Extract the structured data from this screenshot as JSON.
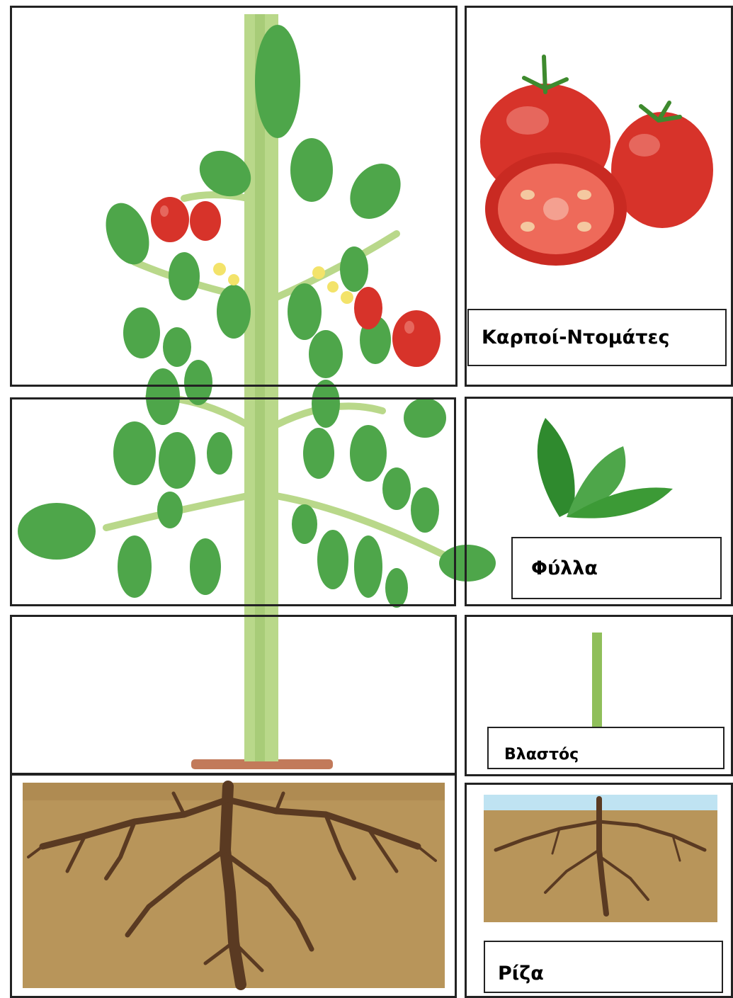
{
  "labels": {
    "fruits": "Καρποί-Ντομάτες",
    "leaves": "Φύλλα",
    "stem": "Βλαστός",
    "root": "Ρίζα"
  },
  "icons": {
    "plant": "tomato-plant-icon",
    "fruit": "tomatoes-icon",
    "leaf": "leaves-icon",
    "stem": "stem-icon",
    "root": "roots-icon"
  },
  "colors": {
    "leaf": "#4ea64a",
    "leaf_dark": "#2f8a2e",
    "stem": "#b9d88a",
    "tomato": "#d7332a",
    "soil": "#b8955a",
    "root": "#5a3a22",
    "sky": "#bfe3f2"
  }
}
